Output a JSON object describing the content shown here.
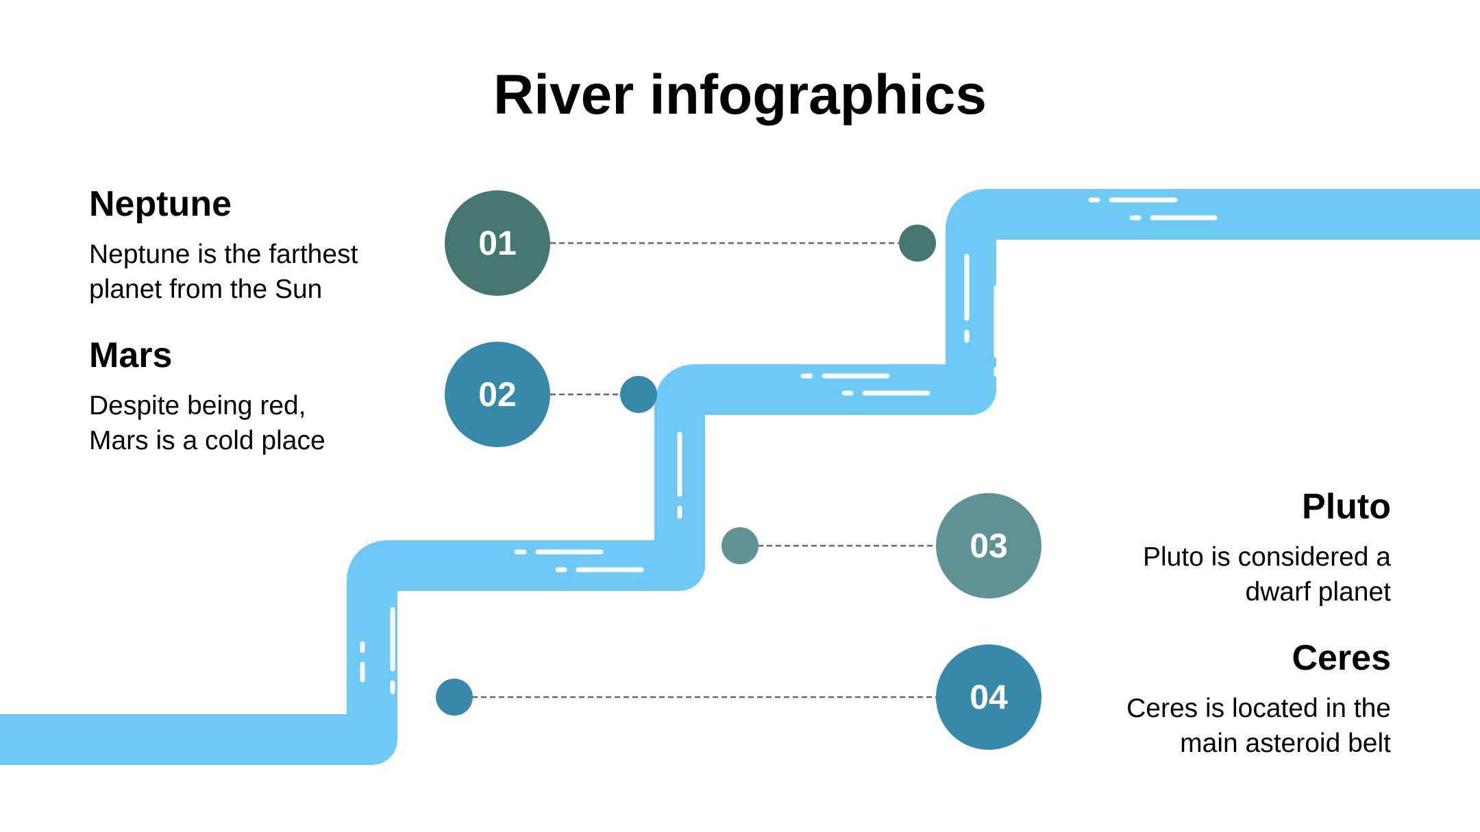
{
  "title": "River infographics",
  "colors": {
    "river": "#6ecaf5",
    "teal_dark": "#43776f",
    "blue": "#3689a9",
    "teal_light": "#5f9393",
    "text": "#000000"
  },
  "items": [
    {
      "number": "01",
      "title": "Neptune",
      "description": "Neptune is the farthest\nplanet from the Sun"
    },
    {
      "number": "02",
      "title": "Mars",
      "description": "Despite being red,\nMars is a cold place"
    },
    {
      "number": "03",
      "title": "Pluto",
      "description": "Pluto is considered a\ndwarf planet"
    },
    {
      "number": "04",
      "title": "Ceres",
      "description": "Ceres is located in the\nmain asteroid belt"
    }
  ]
}
